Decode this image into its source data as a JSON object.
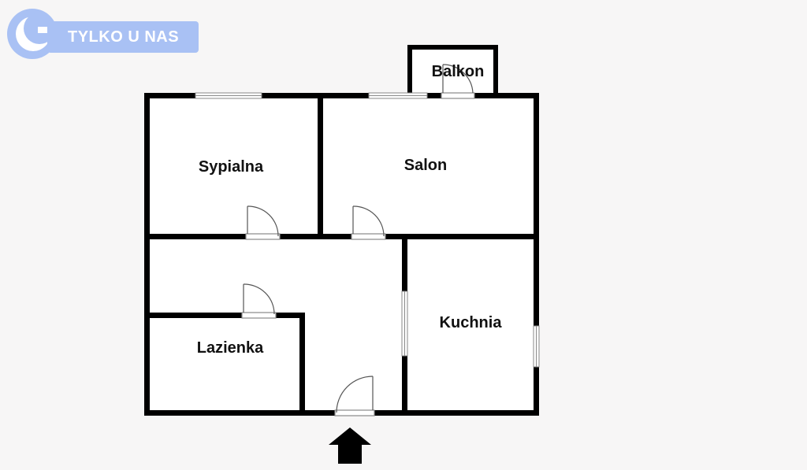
{
  "badge": {
    "text": "TYLKO U NAS",
    "logo_icon": "crescent-c-logo-icon",
    "color": "#a9c1f4"
  },
  "rooms": {
    "sypialna": "Sypialna",
    "salon": "Salon",
    "balkon": "Balkon",
    "kuchnia": "Kuchnia",
    "lazienka": "Lazienka"
  },
  "entrance_icon": "entrance-arrow-icon",
  "colors": {
    "wall": "#000000",
    "background": "#f7f6f6",
    "floor": "#ffffff"
  }
}
